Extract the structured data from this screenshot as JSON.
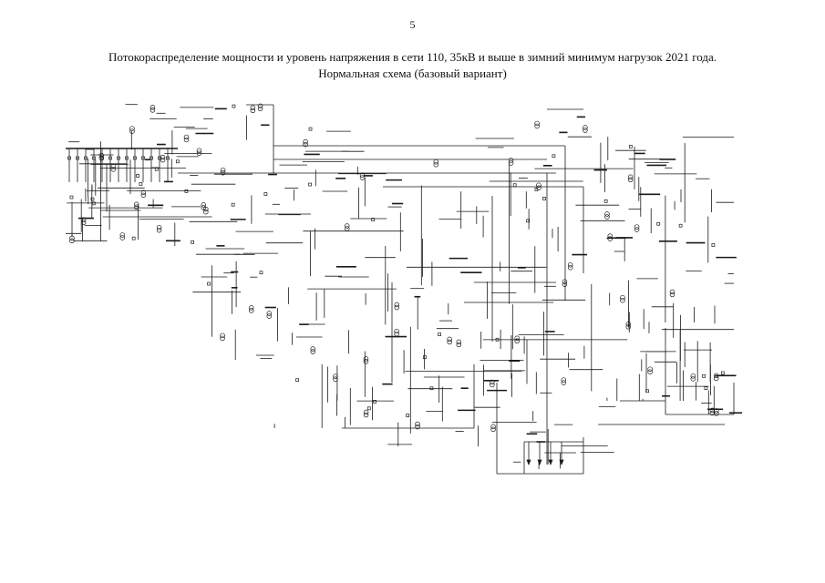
{
  "page": {
    "number": "5",
    "title_line1": "Потокораспределение мощности и уровень напряжения в сети 110, 35кВ и выше в зимний минимум нагрузок 2021 года.",
    "title_line2": "Нормальная схема (базовый вариант)"
  },
  "colors": {
    "ink": "#1a1a1a",
    "paper": "#ffffff"
  }
}
